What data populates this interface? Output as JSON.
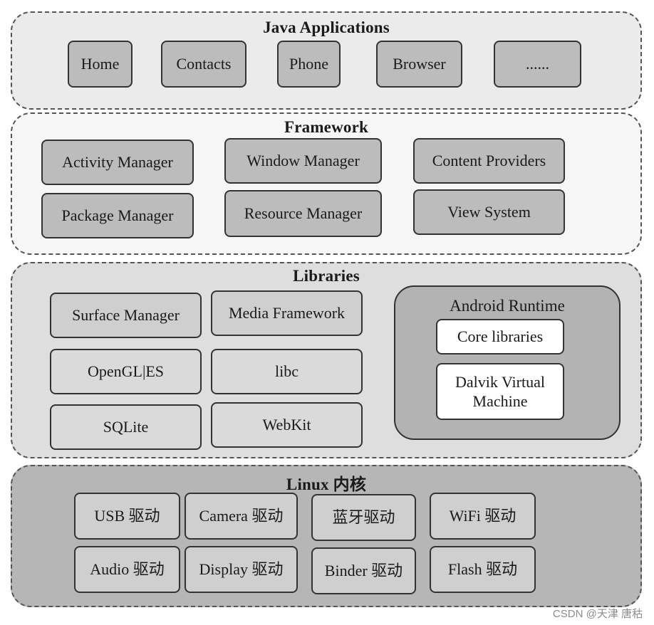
{
  "layers": {
    "apps": {
      "title": "Java Applications",
      "items": [
        "Home",
        "Contacts",
        "Phone",
        "Browser",
        "......"
      ]
    },
    "framework": {
      "title": "Framework",
      "items": [
        "Activity Manager",
        "Window Manager",
        "Content Providers",
        "Package Manager",
        "Resource Manager",
        "View System"
      ]
    },
    "libraries": {
      "title": "Libraries",
      "items": [
        "Surface Manager",
        "Media Framework",
        "OpenGL|ES",
        "libc",
        "SQLite",
        "WebKit"
      ],
      "runtime": {
        "title": "Android Runtime",
        "items": [
          "Core libraries",
          "Dalvik Virtual Machine"
        ]
      }
    },
    "linux": {
      "title": "Linux 内核",
      "items": [
        "USB 驱动",
        "Camera 驱动",
        "蓝牙驱动",
        "WiFi 驱动",
        "Audio 驱动",
        "Display 驱动",
        "Binder 驱动",
        "Flash 驱动"
      ]
    }
  },
  "watermark": "CSDN @天津 唐秙"
}
